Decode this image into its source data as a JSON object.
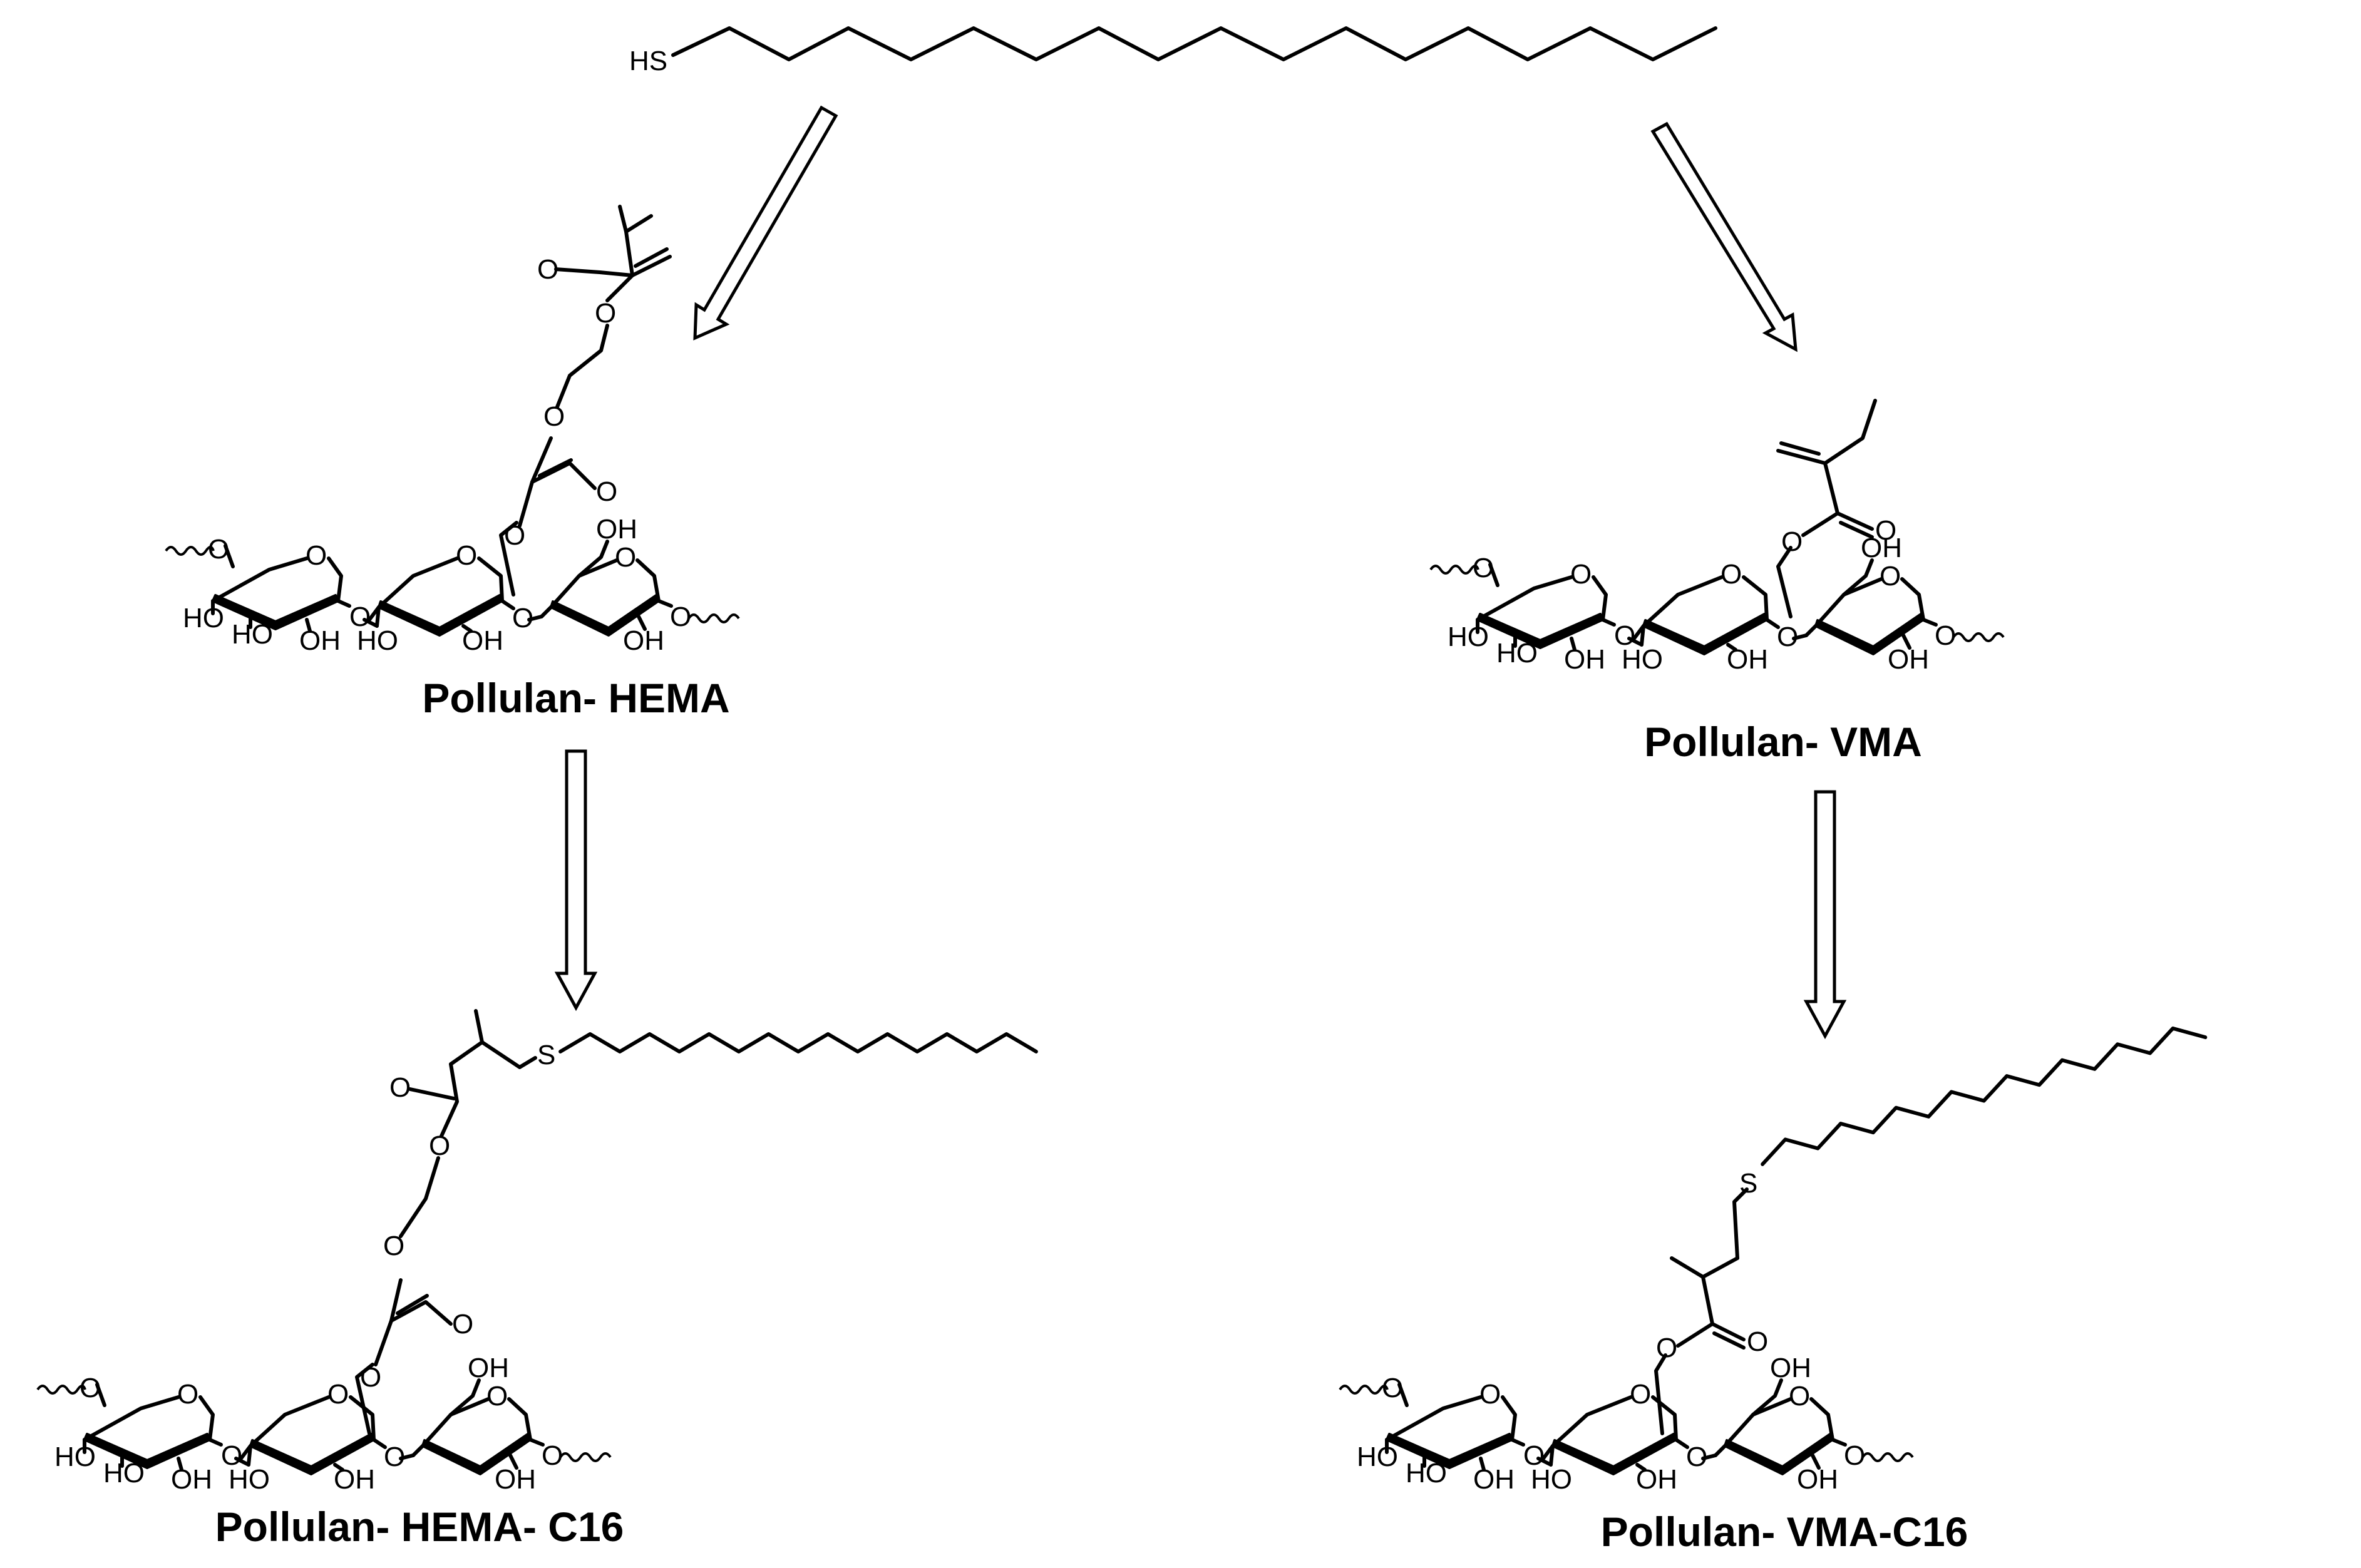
{
  "reagent": {
    "thiol_label": "HS"
  },
  "atoms": {
    "oxygen": "O",
    "hydroxyl": "OH",
    "hydroxyl_left": "HO",
    "sulfur": "S"
  },
  "labels": {
    "hema": "Pollulan- HEMA",
    "vma": "Pollulan- VMA",
    "hema_c16": "Pollulan- HEMA- C16",
    "vma_c16": "Pollulan- VMA-C16"
  },
  "colors": {
    "ink": "#000000",
    "background": "#ffffff"
  }
}
